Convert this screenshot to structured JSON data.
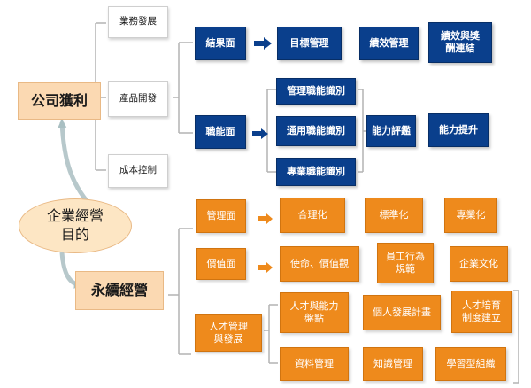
{
  "center": "企業經營\n目的",
  "left": {
    "profit": "公司獲利",
    "sustain": "永續經營"
  },
  "profit_branch": {
    "items": [
      "業務發展",
      "產品開發",
      "成本控制"
    ],
    "result": {
      "label": "結果面",
      "chain": [
        "目標管理",
        "績效管理",
        "績效與獎酬連結"
      ]
    },
    "function": {
      "label": "職能面",
      "stack": [
        "管理職能識別",
        "通用職能識別",
        "專業職能識別"
      ],
      "chain": [
        "能力評鑑",
        "能力提升"
      ]
    }
  },
  "sustain_branch": {
    "management": {
      "label": "管理面",
      "chain": [
        "合理化",
        "標準化",
        "專業化"
      ]
    },
    "value": {
      "label": "價值面",
      "chain": [
        "使命、價值觀",
        "員工行為\n規範",
        "企業文化"
      ]
    },
    "hr": {
      "label": "人才管理\n與發展",
      "row1": [
        "人才與能力\n盤點",
        "個人發展計畫",
        "人才培育\n制度建立"
      ],
      "row2": [
        "資料管理",
        "知識管理",
        "學習型組織"
      ]
    }
  },
  "colors": {
    "navy": "#0a3f8c",
    "orange": "#ee8a1c",
    "peach": "#fbd9b2",
    "ellipse": "#fde6c4",
    "connector": "#9fb3b8"
  }
}
